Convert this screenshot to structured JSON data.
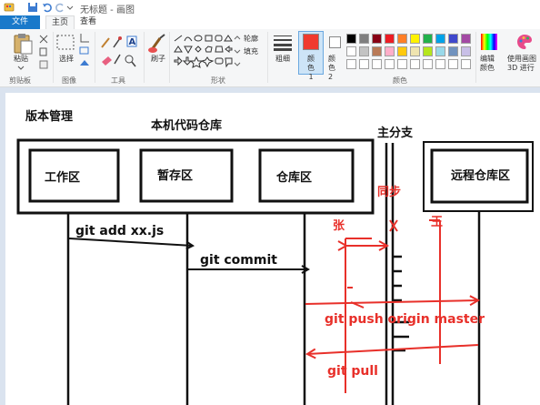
{
  "window": {
    "title": "无标题 - 画图"
  },
  "tabs": [
    {
      "label": "文件",
      "active": false
    },
    {
      "label": "主页",
      "active": true
    },
    {
      "label": "查看",
      "active": false
    }
  ],
  "ribbon": {
    "clipboard": {
      "paste_label": "粘贴",
      "group_label": "剪贴板"
    },
    "image": {
      "select_label": "选择",
      "group_label": "图像"
    },
    "tools": {
      "group_label": "工具"
    },
    "brushes": {
      "label": "刷子"
    },
    "shapes": {
      "outline_label": "轮廓",
      "fill_label": "填充",
      "group_label": "形状"
    },
    "size": {
      "label": "粗细"
    },
    "color1": {
      "label": "颜色 1",
      "value": "#f03a2e"
    },
    "color2": {
      "label": "颜色 2",
      "value": "#ffffff"
    },
    "colors_group_label": "颜色",
    "edit_colors_label": "编辑颜色",
    "paint3d_label": "使用画图 3D 进行编辑",
    "palette_row1": [
      "#000000",
      "#7f7f7f",
      "#880015",
      "#ed1c24",
      "#ff7f27",
      "#fff200",
      "#22b14c",
      "#00a2e8",
      "#3f48cc",
      "#a349a4"
    ],
    "palette_row2": [
      "#ffffff",
      "#c3c3c3",
      "#b97a57",
      "#ffaec9",
      "#ffc90e",
      "#efe4b0",
      "#b5e61d",
      "#99d9ea",
      "#7092be",
      "#c8bfe7"
    ]
  },
  "diagram": {
    "title": "版本管理",
    "local_repo": "本机代码仓库",
    "workspace": "工作区",
    "staging": "暂存区",
    "repository": "仓库区",
    "main_branch": "主分支",
    "remote": "远程仓库区",
    "sync": "同步",
    "zhang": "张",
    "wang": "王",
    "git_add": "git add xx.js",
    "git_commit": "git commit",
    "git_push": "git  push origin master",
    "git_pull": "git pull"
  }
}
